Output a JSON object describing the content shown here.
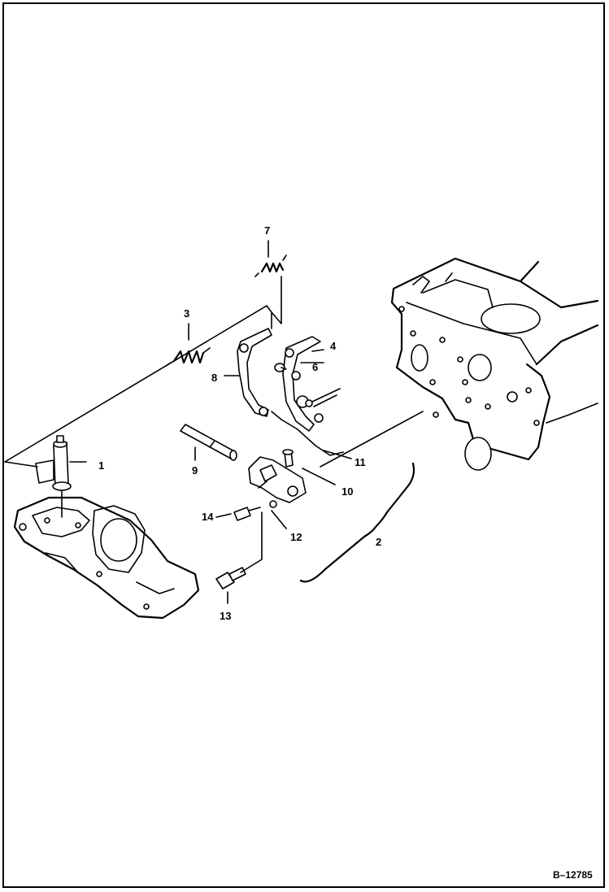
{
  "diagram": {
    "callouts": [
      "1",
      "2",
      "3",
      "4",
      "6",
      "7",
      "8",
      "9",
      "10",
      "11",
      "12",
      "13",
      "14"
    ],
    "reference_number": "B–12785"
  }
}
